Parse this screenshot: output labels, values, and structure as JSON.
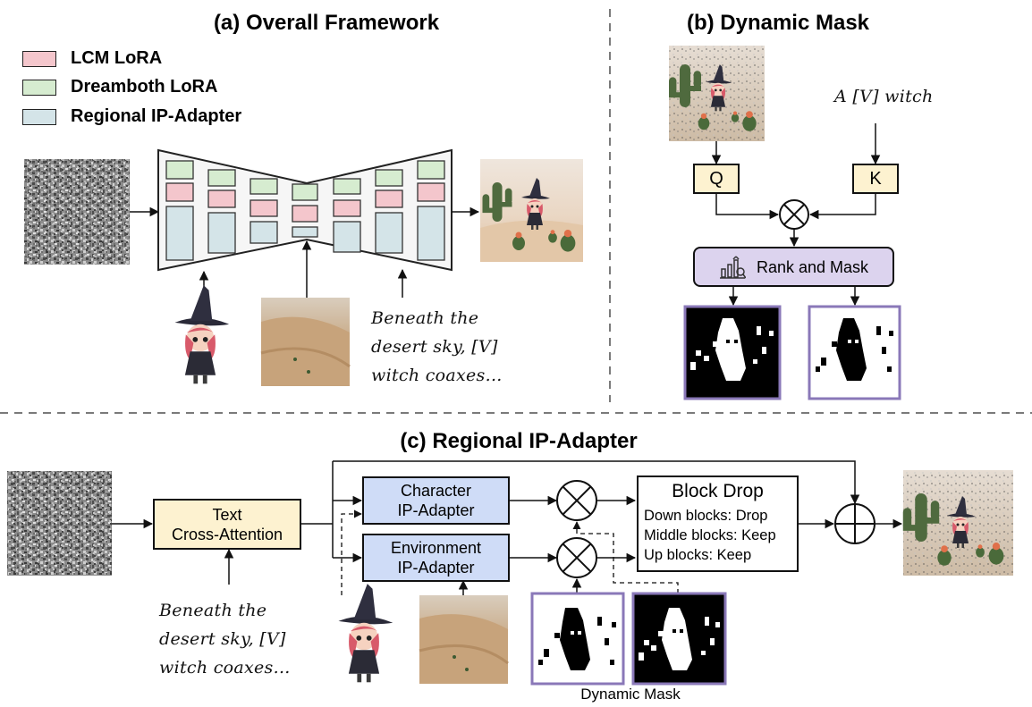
{
  "titles": {
    "a": "(a) Overall Framework",
    "b": "(b) Dynamic Mask",
    "c": "(c) Regional IP-Adapter"
  },
  "legend": [
    {
      "label": "LCM LoRA",
      "color": "#f4c6cc"
    },
    {
      "label": "Dreamboth LoRA",
      "color": "#d6ecd0"
    },
    {
      "label": "Regional IP-Adapter",
      "color": "#d4e4e8"
    }
  ],
  "prompts": {
    "a_lines": [
      "Beneath the",
      "desert sky, [V]",
      "witch coaxes..."
    ],
    "b": "A [V] witch",
    "c_lines": [
      "Beneath the",
      "desert sky, [V]",
      "witch coaxes..."
    ]
  },
  "panel_b": {
    "q_label": "Q",
    "k_label": "K",
    "rank_label": "Rank and Mask"
  },
  "panel_c": {
    "text_attn": [
      "Text",
      "Cross-Attention"
    ],
    "char_adapter": [
      "Character",
      "IP-Adapter"
    ],
    "env_adapter": [
      "Environment",
      "IP-Adapter"
    ],
    "block_drop": {
      "title": "Block Drop",
      "rows": [
        "Down blocks: Drop",
        "Middle blocks: Keep",
        "Up blocks: Keep"
      ]
    },
    "mask_caption": "Dynamic Mask"
  },
  "colors": {
    "box_yellow": "#fdf2d0",
    "box_blue": "#cfdcf7",
    "box_purple": "#dcd3ee",
    "mask_border": "#8a78b8",
    "dash": "#7a7a7a"
  }
}
